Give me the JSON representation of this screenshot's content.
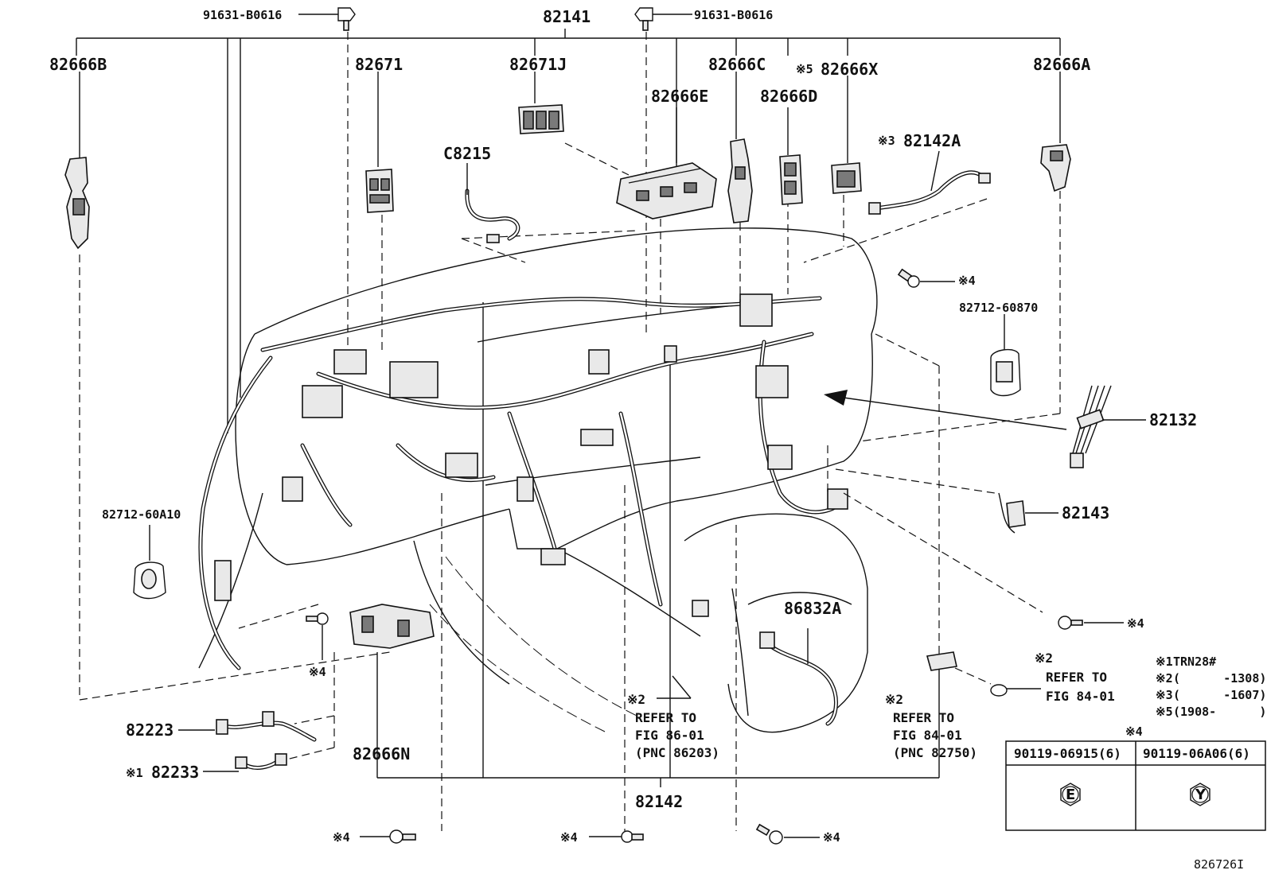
{
  "diagram_id": "826726I",
  "labels": {
    "screw_left": "91631-B0616",
    "screw_right": "91631-B0616",
    "p82141": "82141",
    "p82666B": "82666B",
    "p82671": "82671",
    "p82671J": "82671J",
    "p82666C": "82666C",
    "p82666X": "82666X",
    "p82666X_mark": "※5",
    "p82666A": "82666A",
    "p82666E": "82666E",
    "p82666D": "82666D",
    "pC8215": "C8215",
    "p82142A": "82142A",
    "p82142A_mark": "※3",
    "bolt_mark_right_upper": "※4",
    "p82712_60870": "82712-60870",
    "p82132": "82132",
    "p82143": "82143",
    "p82712_60A10": "82712-60A10",
    "bolt_mark_center_left": "※4",
    "bolt_mark_right_lower": "※4",
    "p86832A": "86832A",
    "p82223": "82223",
    "p82233": "82233",
    "p82233_mark": "※1",
    "p82666N": "82666N",
    "p82142": "82142",
    "bolt_mark_bottom_1": "※4",
    "bolt_mark_bottom_2": "※4",
    "bolt_mark_bottom_3": "※4"
  },
  "references": {
    "ref_center": {
      "mark": "※2",
      "line1": "REFER TO",
      "line2": "FIG 86-01",
      "line3": "(PNC 86203)"
    },
    "ref_right": {
      "mark": "※2",
      "line1": "REFER TO",
      "line2": "FIG 84-01",
      "line3": "(PNC 82750)"
    },
    "ref_far_right": {
      "mark": "※2",
      "line1": "REFER TO",
      "line2": "FIG 84-01"
    }
  },
  "legend": [
    {
      "mark": "※1",
      "text": "TRN28#"
    },
    {
      "mark": "※2",
      "text": "(      -1308)"
    },
    {
      "mark": "※3",
      "text": "(      -1607)"
    },
    {
      "mark": "※5",
      "text": "(1908-      )"
    }
  ],
  "bolt_table": {
    "mark": "※4",
    "columns": [
      {
        "part": "90119-06915(6)",
        "head_letter": "E"
      },
      {
        "part": "90119-06A06(6)",
        "head_letter": "Y"
      }
    ]
  }
}
